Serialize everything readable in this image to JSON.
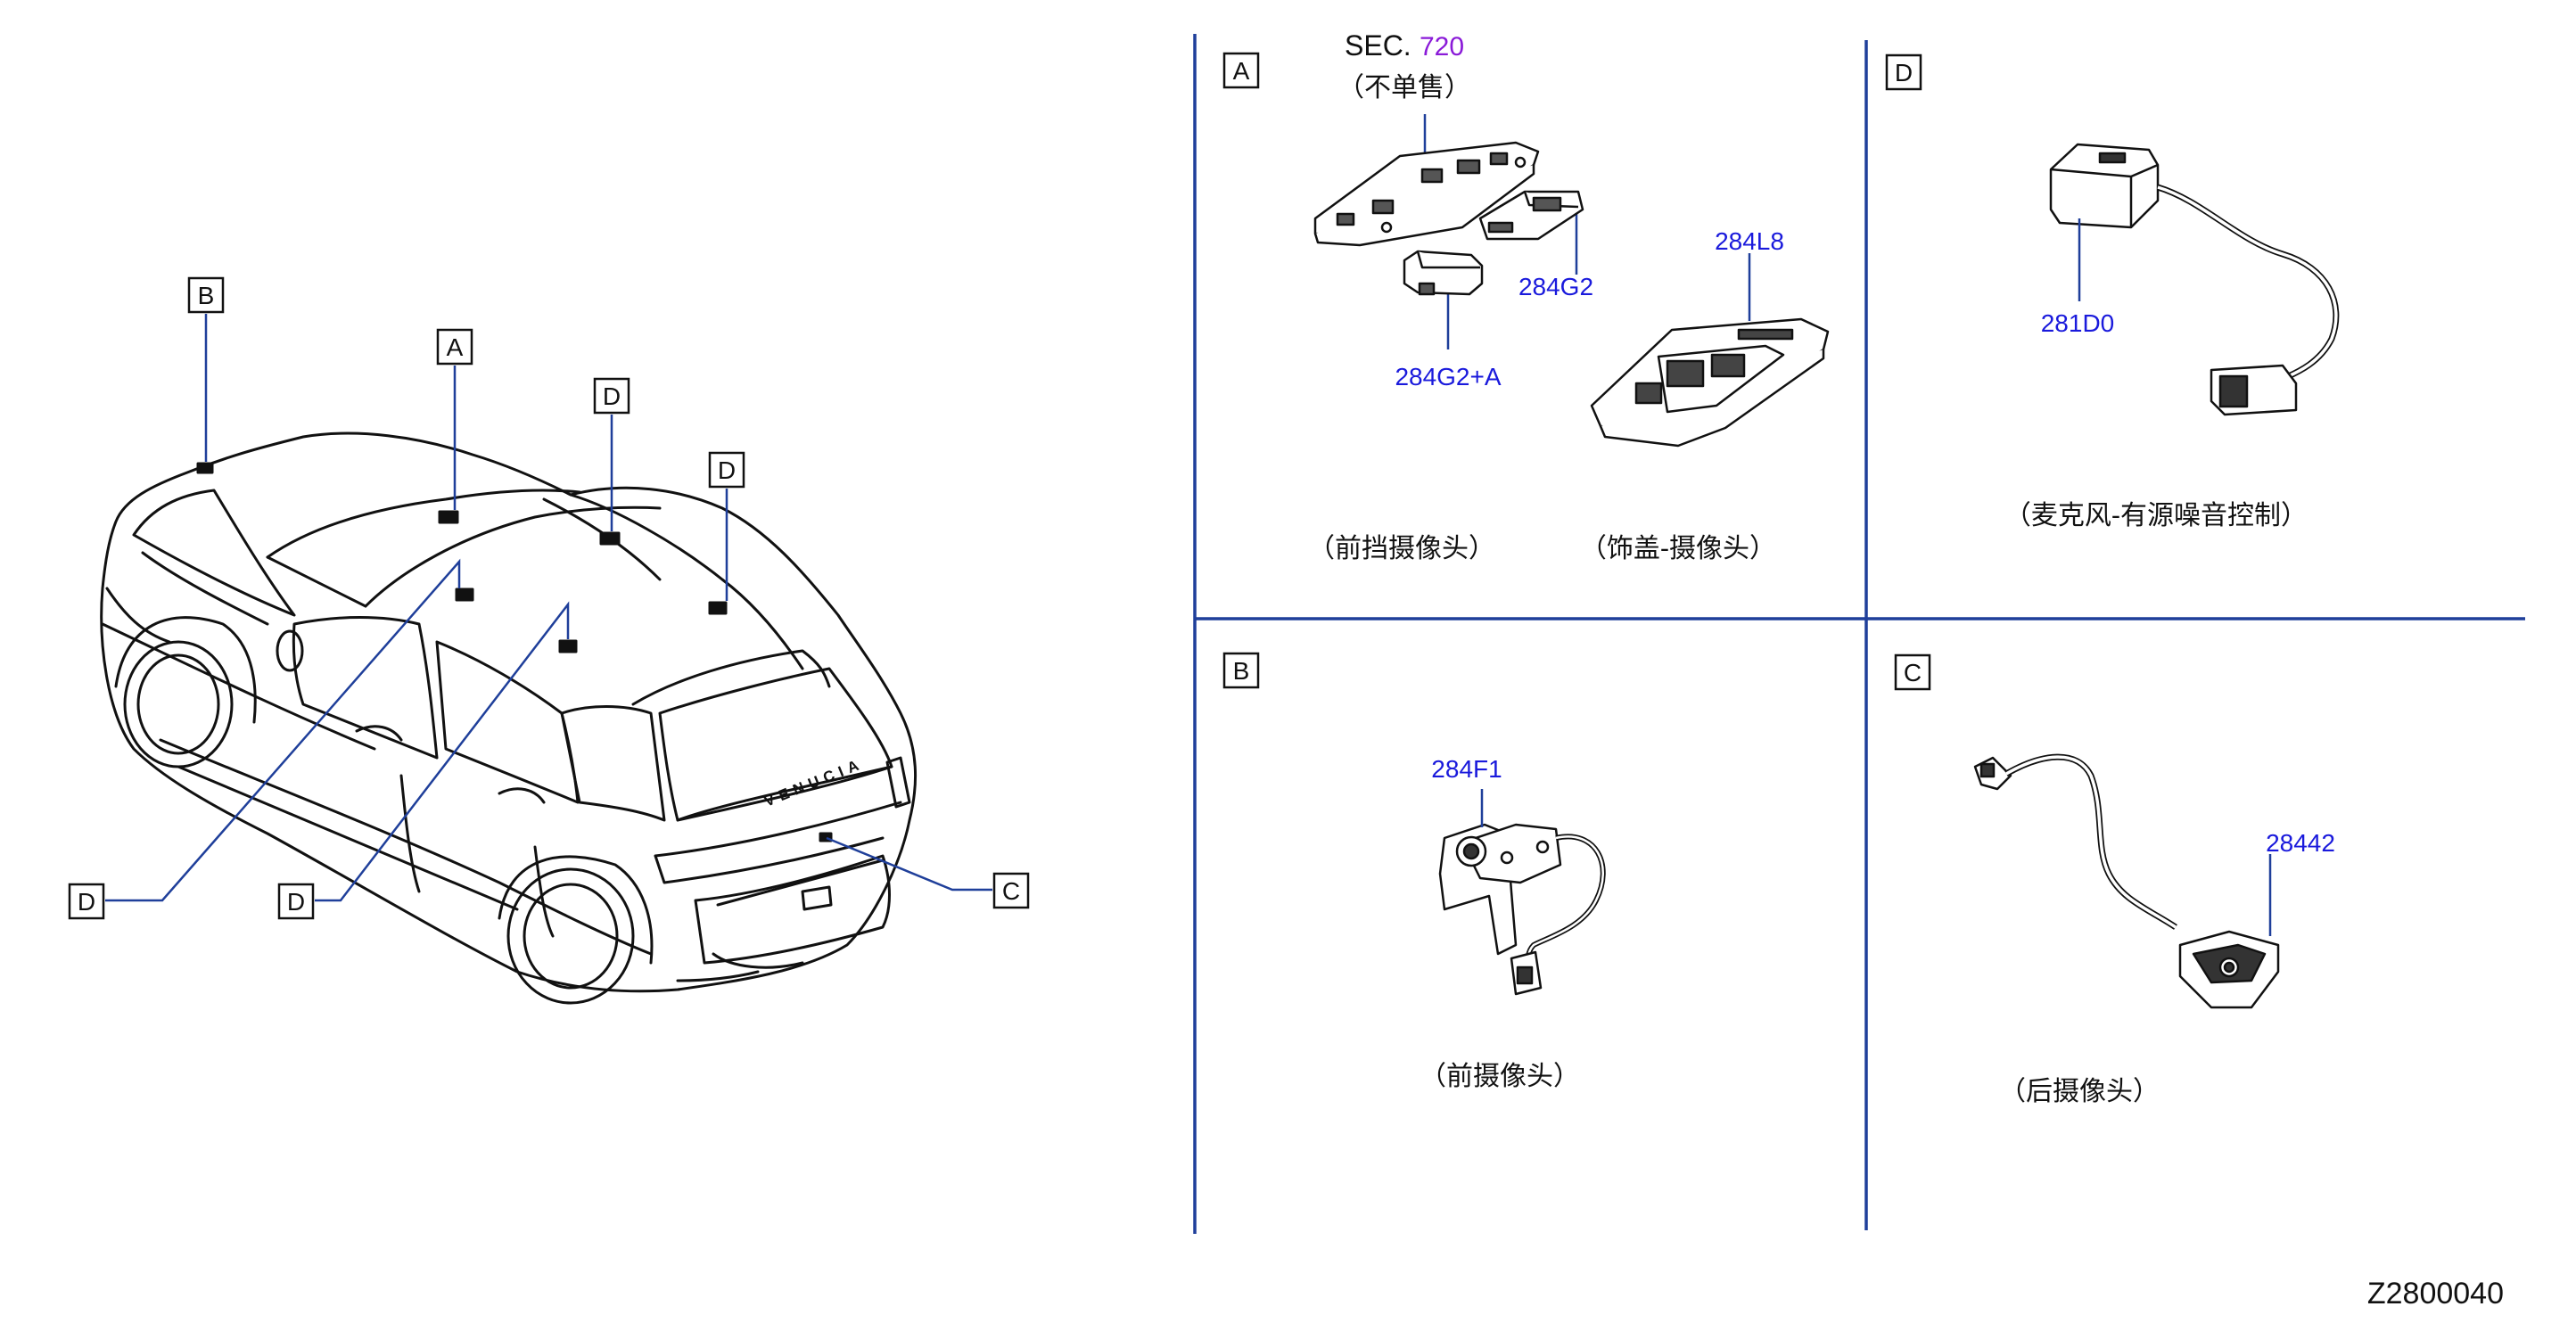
{
  "callouts": {
    "car_a": "A",
    "car_b": "B",
    "car_c": "C",
    "car_d1": "D",
    "car_d2": "D",
    "car_d3": "D",
    "car_d4": "D"
  },
  "brand_badge": "VENUCIA",
  "panels": {
    "a": {
      "letter": "A",
      "sec_prefix": "SEC.",
      "sec_number": "720",
      "sec_note": "（不单售）",
      "part_284g2": "284G2",
      "part_284g2a": "284G2+A",
      "part_284l8": "284L8",
      "caption_left": "（前挡摄像头）",
      "caption_right": "（饰盖-摄像头）"
    },
    "d": {
      "letter": "D",
      "part": "281D0",
      "caption": "（麦克风-有源噪音控制）"
    },
    "b": {
      "letter": "B",
      "part": "284F1",
      "caption": "（前摄像头）"
    },
    "c": {
      "letter": "C",
      "part": "28442",
      "caption": "（后摄像头）"
    }
  },
  "drawing_number": "Z2800040",
  "colors": {
    "leader": "#1f3f9a",
    "part_number": "#1a1adc",
    "section_ref": "#8a1ad8",
    "divider": "#1f3f9a"
  }
}
